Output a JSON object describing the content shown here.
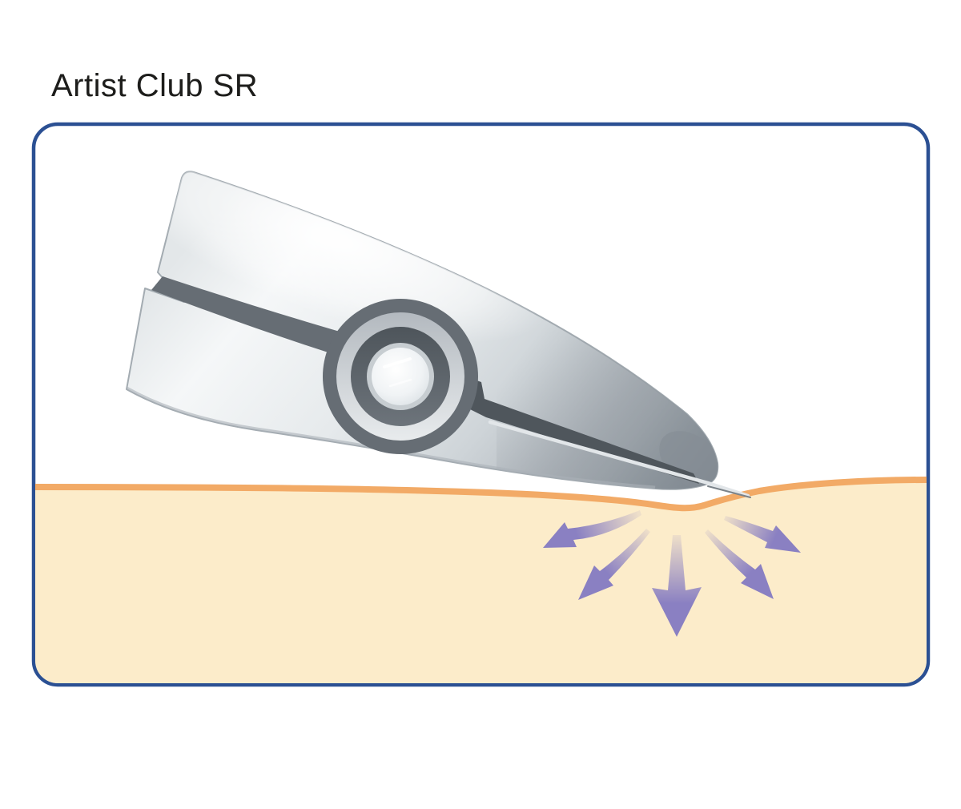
{
  "title": "Artist Club SR",
  "illustration": {
    "alt": "Razor head with its blade edge pressed onto a skin surface; five arrows radiate downward and outward below the contact point showing pressure being distributed",
    "arrow_count": 5
  },
  "colors": {
    "page_bg": "#ffffff",
    "title_text": "#1d1d1b",
    "frame": "#2b5093",
    "skin_fill": "#fcecca",
    "skin_line": "#f2aa66",
    "arrow": "#8a80c2",
    "metal_bright": "#f5f7f8",
    "metal_mid": "#ced4d8",
    "metal_shadow": "#a3abb1",
    "metal_dark": "#868e95",
    "slot_dark": "#666d74",
    "channel_dark": "#4f565c",
    "ring_light_top": "#b3b9bf",
    "ring_light_bottom": "#e8ebed",
    "ring_dark_top": "#4e555b",
    "ring_dark_bottom": "#6d747b",
    "crystal": "#f0f3f5",
    "blade_light": "#e2e6e9",
    "blade_dark": "#7b838a"
  }
}
